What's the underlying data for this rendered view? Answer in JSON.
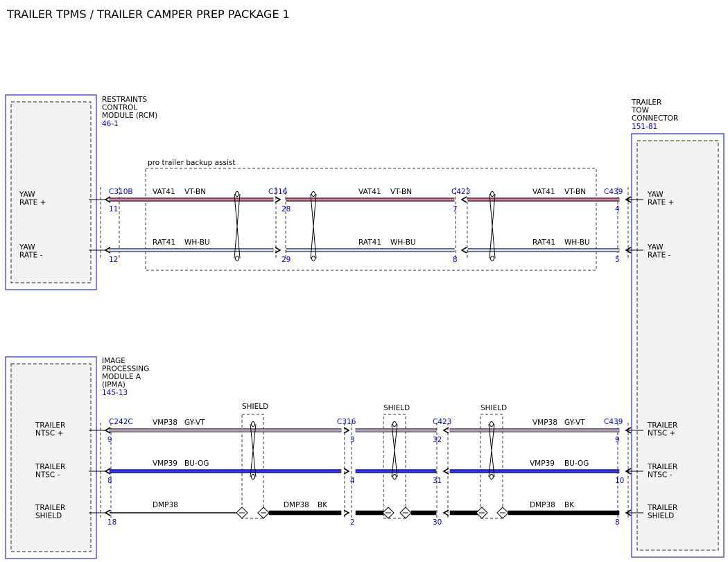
{
  "title": "TRAILER TPMS / TRAILER CAMPER PREP PACKAGE 1",
  "colors": {
    "module_border": "#3a3ae0",
    "connector_id": "#0000ee",
    "module_fill": "#f2f2f2",
    "dashed": "#333333"
  },
  "modules": {
    "rcm": {
      "name_lines": [
        "RESTRAINTS",
        "CONTROL",
        "MODULE (RCM)"
      ],
      "ref": "46-1",
      "pins": [
        {
          "label_lines": [
            "YAW",
            "RATE +"
          ]
        },
        {
          "label_lines": [
            "YAW",
            "RATE -"
          ]
        }
      ]
    },
    "ipma": {
      "name_lines": [
        "IMAGE",
        "PROCESSING",
        "MODULE A",
        "(IPMA)"
      ],
      "ref": "145-13",
      "pins": [
        {
          "label_lines": [
            "TRAILER",
            "NTSC +"
          ]
        },
        {
          "label_lines": [
            "TRAILER",
            "NTSC -"
          ]
        },
        {
          "label_lines": [
            "TRAILER",
            "SHIELD"
          ]
        }
      ]
    },
    "tow": {
      "name_lines": [
        "TRAILER",
        "TOW",
        "CONNECTOR"
      ],
      "ref": "151-81",
      "pins": [
        {
          "label_lines": [
            "YAW",
            "RATE +"
          ]
        },
        {
          "label_lines": [
            "YAW",
            "RATE -"
          ]
        },
        {
          "label_lines": [
            "TRAILER",
            "NTSC +"
          ]
        },
        {
          "label_lines": [
            "TRAILER",
            "NTSC -"
          ]
        },
        {
          "label_lines": [
            "TRAILER",
            "SHIELD"
          ]
        }
      ]
    }
  },
  "harness_group_label": "pro trailer backup assist",
  "shield_label": "SHIELD",
  "connectors": {
    "top": [
      {
        "id": "C310B",
        "pins": [
          "11",
          "12"
        ]
      },
      {
        "id": "C316",
        "pins": [
          "28",
          "29"
        ]
      },
      {
        "id": "C423",
        "pins": [
          "7",
          "8"
        ]
      },
      {
        "id": "C439",
        "pins": [
          "4",
          "5"
        ]
      }
    ],
    "bottom": [
      {
        "id": "C242C",
        "pins": [
          "9",
          "8",
          "18"
        ]
      },
      {
        "id": "C316",
        "pins": [
          "3",
          "4",
          "2"
        ]
      },
      {
        "id": "C423",
        "pins": [
          "32",
          "31",
          "30"
        ]
      },
      {
        "id": "C439",
        "pins": [
          "9",
          "10",
          "8"
        ]
      }
    ]
  },
  "wires": {
    "top": [
      {
        "circuit": "VAT41",
        "color_code": "VT-BN",
        "base": "#8a4a55",
        "stripe": "#f08ad0"
      },
      {
        "circuit": "RAT41",
        "color_code": "WH-BU",
        "base": "#7a8ab8",
        "stripe": "#ffffff"
      }
    ],
    "bottom": [
      {
        "circuit": "VMP38",
        "color_code": "GY-VT",
        "base": "#9a7a9a",
        "stripe": "#c0b0c0"
      },
      {
        "circuit": "VMP39",
        "color_code": "BU-OG",
        "base": "#1f1fd0",
        "stripe": "#3c3cf0"
      },
      {
        "circuit": "DMP38",
        "color_code": "BK",
        "base": "#000000",
        "stripe": "#000000"
      }
    ]
  }
}
